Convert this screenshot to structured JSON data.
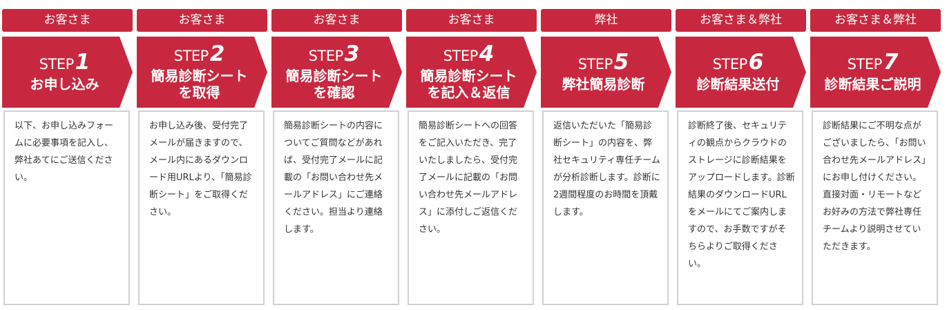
{
  "theme": {
    "accent": "#c8283f",
    "border": "#d0d0d0",
    "text": "#333333"
  },
  "steps": [
    {
      "actor": "お客さま",
      "step_word": "STEP",
      "number": "1",
      "title": "お申し込み",
      "description": "以下、お申し込みフォームに必要事項を記入し、弊社あてにご送信ください。"
    },
    {
      "actor": "お客さま",
      "step_word": "STEP",
      "number": "2",
      "title": "簡易診断シート\nを取得",
      "description": "お申し込み後、受付完了メールが届きますので、メール内にあるダウンロード用URLより、「簡易診断シート」をご取得ください。"
    },
    {
      "actor": "お客さま",
      "step_word": "STEP",
      "number": "3",
      "title": "簡易診断シート\nを確認",
      "description": "簡易診断シートの内容についてご質問などがあれば、受付完了メールに記載の「お問い合わせ先メールアドレス」にご連絡ください。担当より連絡します。"
    },
    {
      "actor": "お客さま",
      "step_word": "STEP",
      "number": "4",
      "title": "簡易診断シート\nを記入＆返信",
      "description": "簡易診断シートへの回答をご記入いただき、完了いたしましたら、受付完了メールに記載の「お問い合わせ先メールアドレス」に添付しご返信ください。"
    },
    {
      "actor": "弊社",
      "step_word": "STEP",
      "number": "5",
      "title": "弊社簡易診断",
      "description": "返信いただいた「簡易診断シート」の内容を、弊社セキュリティ専任チームが分析診断します。診断に2週間程度のお時間を頂戴します。"
    },
    {
      "actor": "お客さま＆弊社",
      "step_word": "STEP",
      "number": "6",
      "title": "診断結果送付",
      "description": "診断終了後、セキュリティの観点からクラウドのストレージに診断結果をアップロードします。診断結果のダウンロードURLをメールにてご案内しますので、お手数ですがそちらよりご取得ください。"
    },
    {
      "actor": "お客さま＆弊社",
      "step_word": "STEP",
      "number": "7",
      "title": "診断結果ご説明",
      "description": "診断結果にご不明な点がございましたら、「お問い合わせ先メールアドレス」にお申し付けください。直接対面・リモートなどお好みの方法で弊社専任チームより説明させていただきます。"
    }
  ]
}
